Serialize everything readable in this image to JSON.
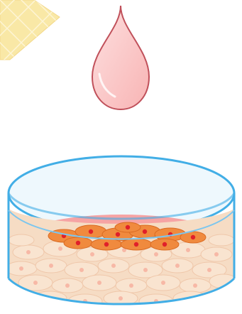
{
  "illustration": {
    "elements": [
      {
        "name": "gel-mesh-patch",
        "kind": "scaffold"
      },
      {
        "name": "red-droplet",
        "kind": "medium-drop"
      },
      {
        "name": "petri-dish",
        "kind": "culture-dish"
      }
    ],
    "colors": {
      "mesh_fill": "#f9e8a6",
      "mesh_lines": "#fbf2cc",
      "droplet_fill": "#fbc8c8",
      "droplet_stroke": "#c0505a",
      "dish_rim": "#42aee6",
      "medium": "#f6a4a4",
      "cell_layer_top": "#f08a3e",
      "cell_nucleus": "#e0202a",
      "cell_layer_bottom": "#f6dcc4",
      "cell_outline": "#efc7aa"
    },
    "text": []
  }
}
